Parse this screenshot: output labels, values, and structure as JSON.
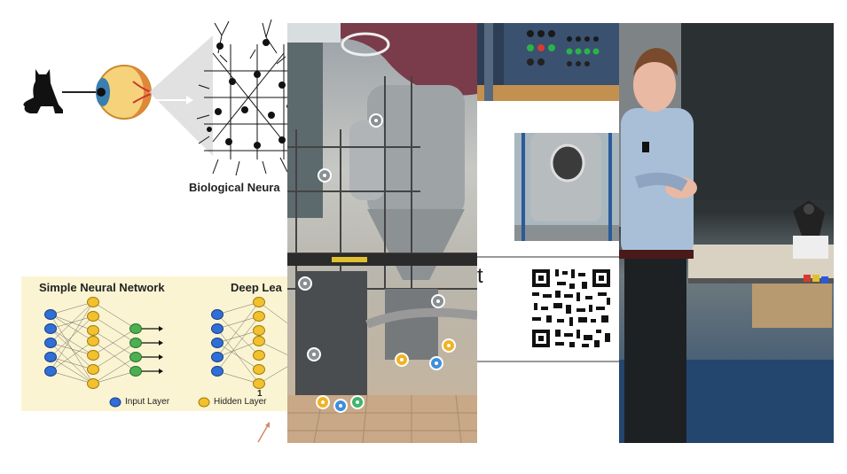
{
  "biological": {
    "caption": "Biological Neura"
  },
  "nn_diagram": {
    "title_simple": "Simple Neural Network",
    "title_deep": "Deep Lea",
    "hidden_count": "1",
    "legend_input": "Input Layer",
    "legend_hidden": "Hidden Layer",
    "colors": {
      "input": "#2f6fd6",
      "hidden": "#f2c12e",
      "output": "#4caf50"
    }
  },
  "slide": {
    "letter": "t"
  },
  "plant_photo": {
    "hotspot_colors": [
      "#f0b323",
      "#3d8fdc",
      "#3fb56b"
    ]
  }
}
